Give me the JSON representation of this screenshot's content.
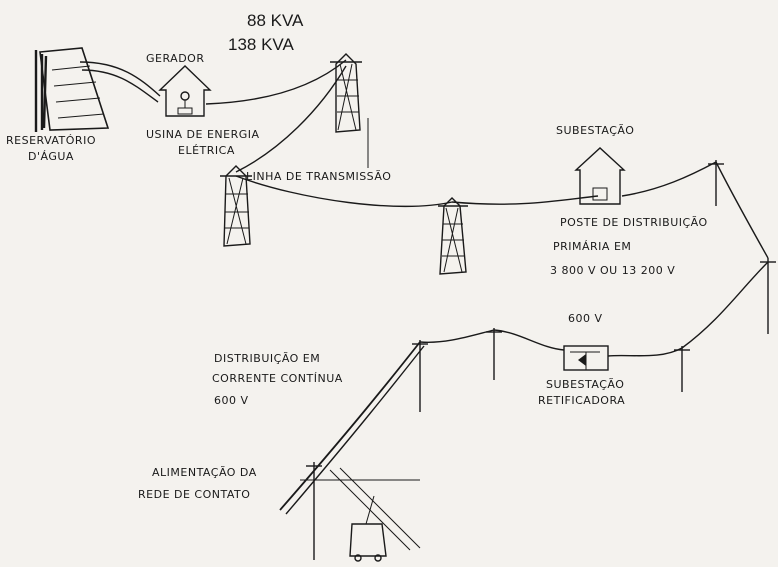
{
  "labels": {
    "power_88": "88 KVA",
    "power_138": "138 KVA",
    "gerador": "GERADOR",
    "reservatorio_1": "RESERVATÓRIO",
    "reservatorio_2": "D'ÁGUA",
    "usina_1": "USINA DE ENERGIA",
    "usina_2": "ELÉTRICA",
    "linha": "LINHA DE TRANSMISSÃO",
    "subestacao": "SUBESTAÇÃO",
    "poste_1": "POSTE DE DISTRIBUIÇÃO",
    "poste_2": "PRIMÁRIA EM",
    "poste_3": "3 800 V  OU  13 200 V",
    "v600_top": "600 V",
    "retif_1": "SUBESTAÇÃO",
    "retif_2": "RETIFICADORA",
    "dc_1": "DISTRIBUIÇÃO EM",
    "dc_2": "CORRENTE CONTÍNUA",
    "dc_3": "600  V",
    "alim_1": "ALIMENTAÇÃO DA",
    "alim_2": "REDE DE CONTATO"
  }
}
